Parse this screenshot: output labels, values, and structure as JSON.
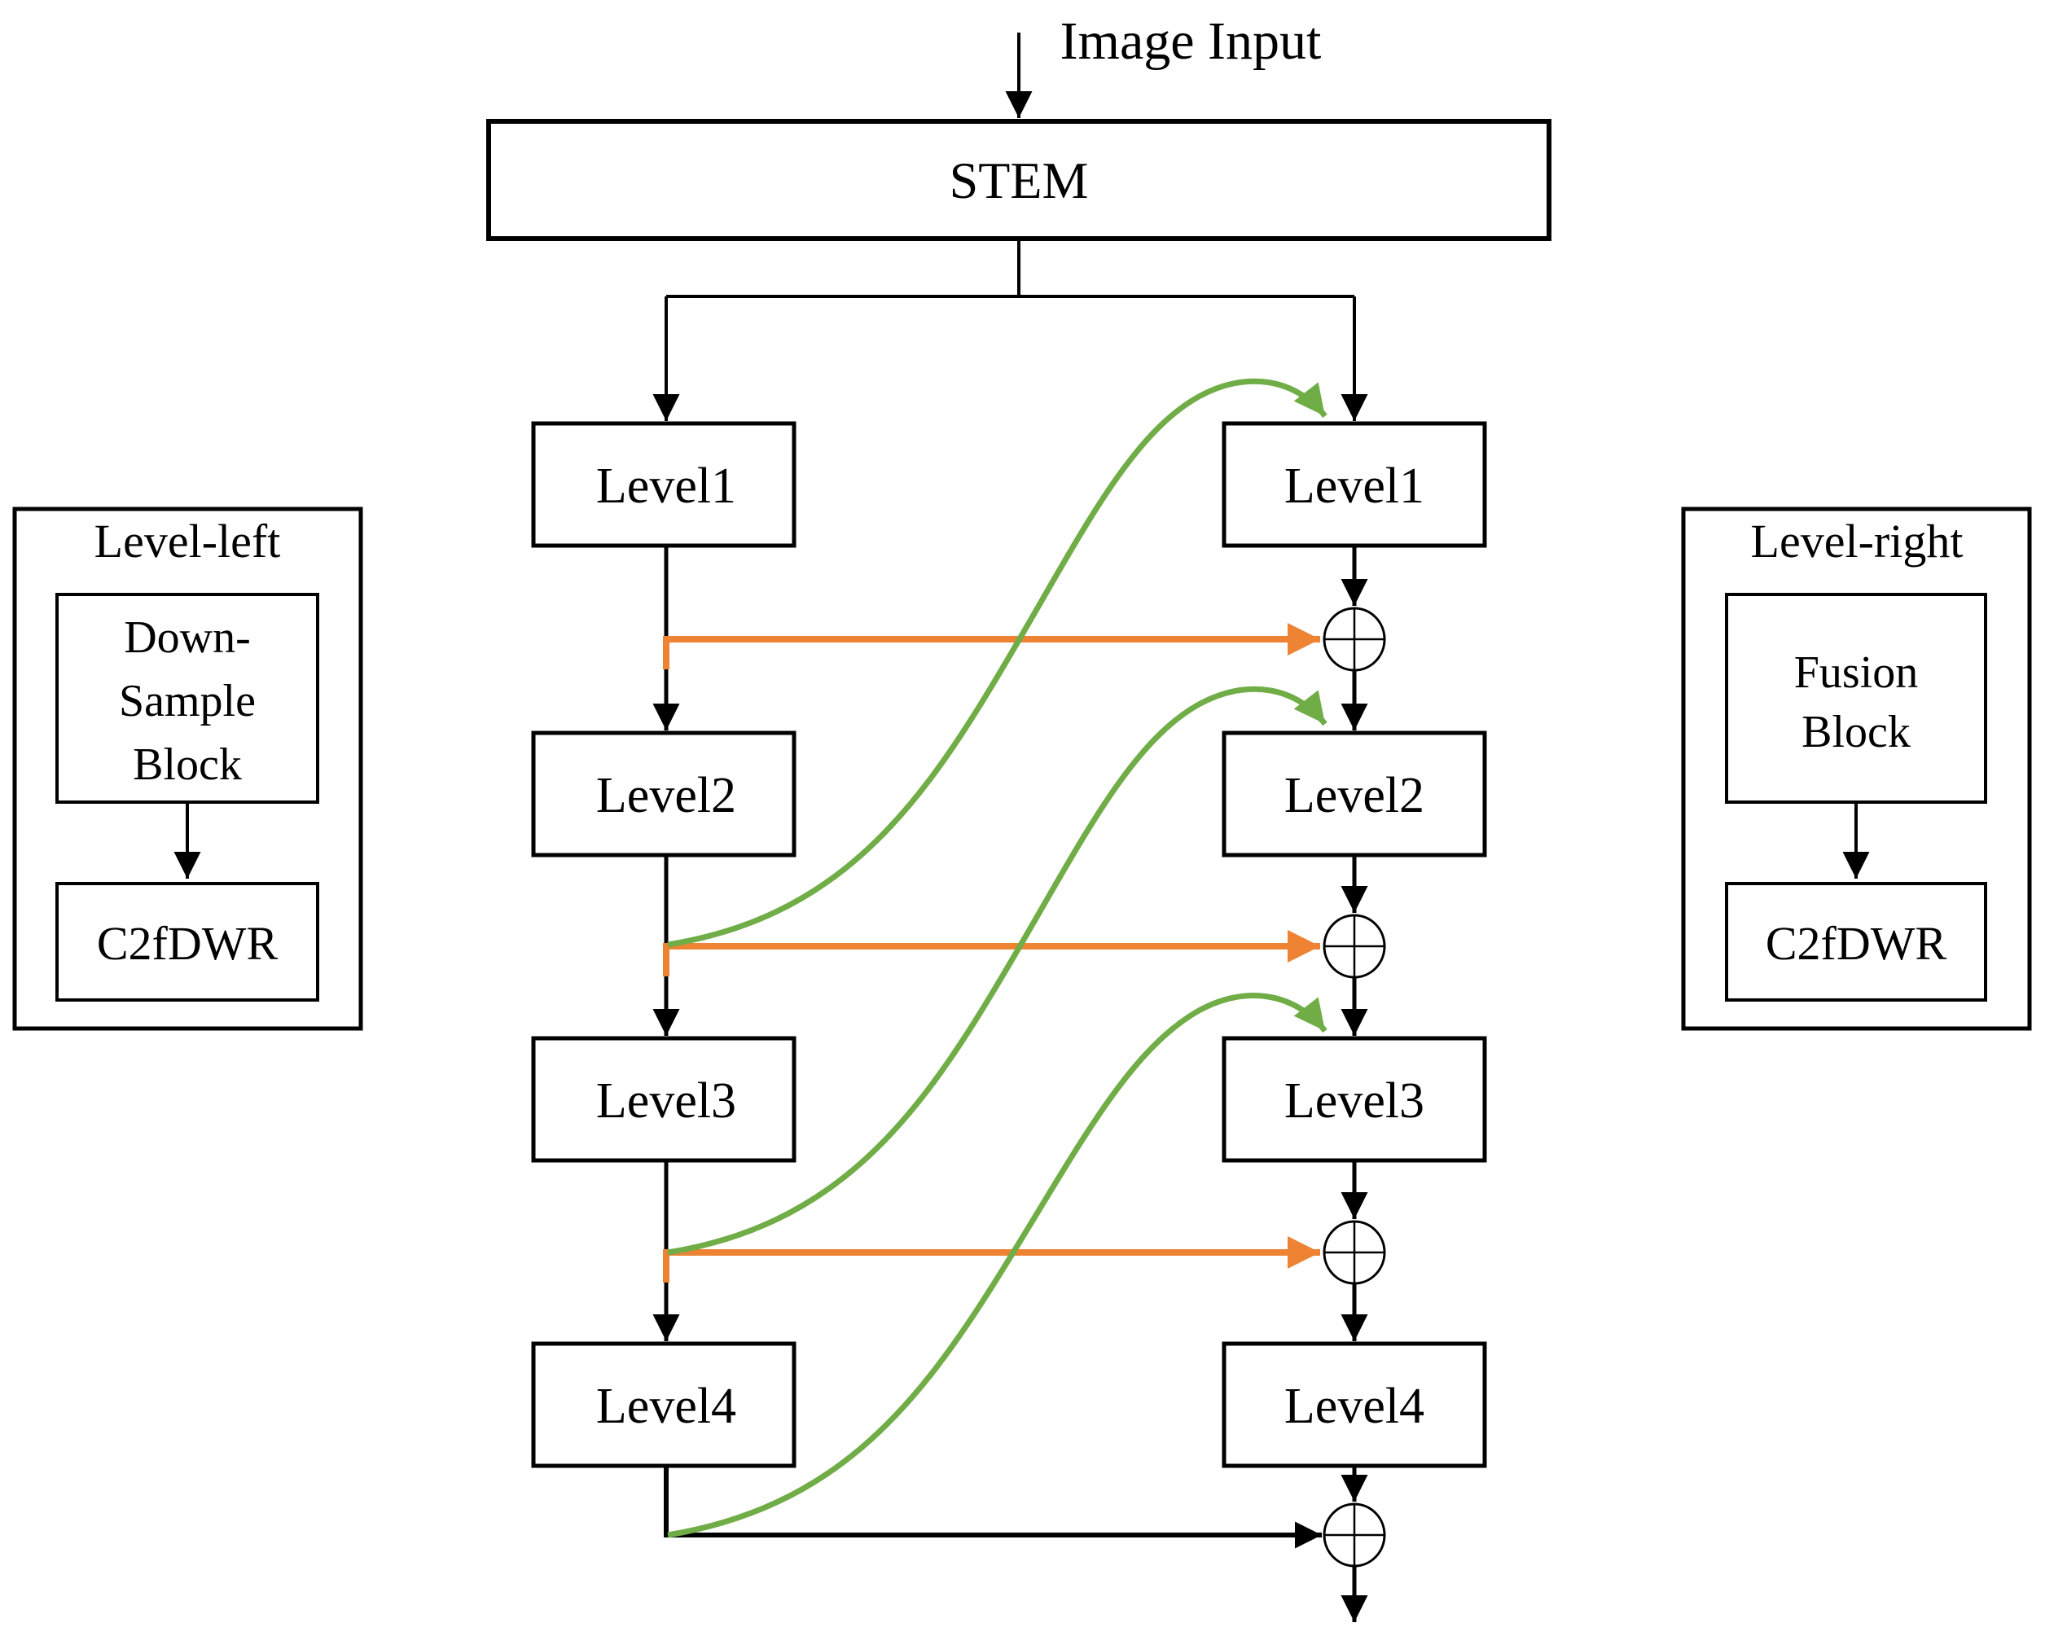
{
  "colors": {
    "black": "#000000",
    "orange": "#ED8333",
    "green": "#70AD47",
    "box_fill": "#FFFFFF",
    "background": "#FFFFFF"
  },
  "header": {
    "input_label": "Image Input",
    "stem_label": "STEM"
  },
  "left_column": {
    "levels": [
      "Level1",
      "Level2",
      "Level3",
      "Level4"
    ]
  },
  "right_column": {
    "levels": [
      "Level1",
      "Level2",
      "Level3",
      "Level4"
    ]
  },
  "legend_left": {
    "title": "Level-left",
    "block1_line1": "Down-",
    "block1_line2": "Sample",
    "block1_line3": "Block",
    "block2": "C2fDWR"
  },
  "legend_right": {
    "title": "Level-right",
    "block1_line1": "Fusion",
    "block1_line2": "Block",
    "block2": "C2fDWR"
  }
}
